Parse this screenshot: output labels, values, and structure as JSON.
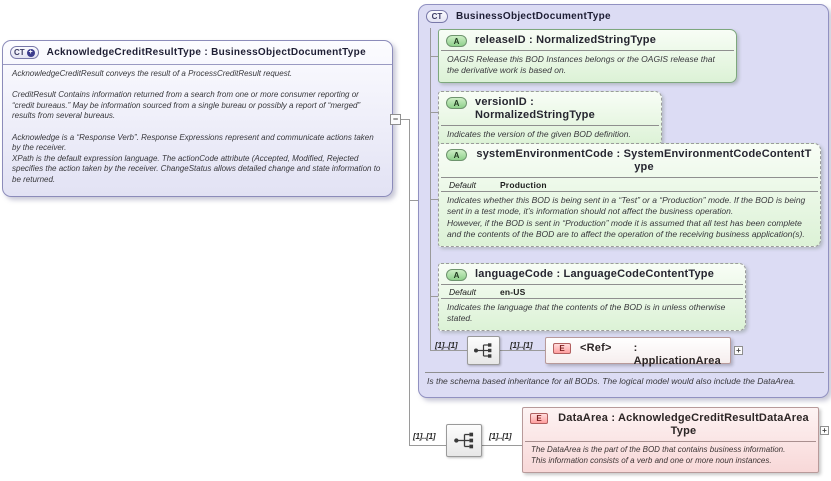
{
  "glyphs": {
    "plus": "+",
    "minus": "−"
  },
  "colors": {
    "container_purple": "#dcdcf4",
    "container_border": "#9191c1",
    "attribute_green": "#dcf2d6",
    "attribute_border": "#7da77d",
    "element_pink": "#f8d8d8",
    "element_border": "#b89a9a",
    "icon_red_border": "#b26060",
    "connector_gray": "#9a9a9a"
  },
  "left_box": {
    "icon_label": "CT",
    "title": "AcknowledgeCreditResultType : BusinessObjectDocumentType",
    "documentation": "AcknowledgeCreditResult conveys the result of a ProcessCreditResult request.\n\nCreditResult  Contains information returned from a search from one or more consumer reporting or “credit bureaus.” May be information sourced from a single bureau or possibly a report of “merged” results from several bureaus.\n\nAcknowledge is a “Response Verb”. Response Expressions represent and communicate actions taken by the receiver.\nXPath is the default expression language. The actionCode attribute (Accepted, Modified, Rejected\nspecifies the action taken by the receiver. ChangeStatus allows detailed change and state information to be returned."
  },
  "base_box": {
    "icon_label": "CT",
    "title": "BusinessObjectDocumentType",
    "attributes": [
      {
        "icon_label": "A",
        "title": "releaseID : NormalizedStringType",
        "doc": "OAGIS Release this BOD Instances belongs or the OAGIS release that the derivative work is based on."
      },
      {
        "icon_label": "A",
        "title": "versionID : NormalizedStringType",
        "doc": "Indicates the version of the given BOD definition."
      },
      {
        "icon_label": "A",
        "title": "systemEnvironmentCode : SystemEnvironmentCodeContentType",
        "default_label": "Default",
        "default_value": "Production",
        "doc": "Indicates whether this BOD is being sent in a “Test” or a “Production” mode. If the BOD is being sent in a test mode, it’s information should not affect the business operation.\nHowever, if the BOD is sent in “Production” mode it is assumed that all test has been complete and the contents of the BOD are to affect the operation of the receiving business application(s)."
      },
      {
        "icon_label": "A",
        "title": "languageCode : LanguageCodeContentType",
        "default_label": "Default",
        "default_value": "en-US",
        "doc": "Indicates the language that the contents of the BOD is in unless otherwise stated."
      }
    ],
    "sequence": {
      "cardinality_left": "[1]..[1]",
      "cardinality_right": "[1]..[1]"
    },
    "application_area": {
      "icon_label": "E",
      "ref_label": "<Ref>",
      "type_label": ": ApplicationArea"
    },
    "footer_doc": "Is the schema based inheritance for all BODs. The logical model would also include the DataArea."
  },
  "data_area": {
    "cardinality_left": "[1]..[1]",
    "cardinality_right": "[1]..[1]",
    "icon_label": "E",
    "title": "DataArea : AcknowledgeCreditResultDataAreaType",
    "doc": "The DataArea is the part of the BOD that contains business information.\nThis information consists of a verb and one or more noun instances."
  }
}
